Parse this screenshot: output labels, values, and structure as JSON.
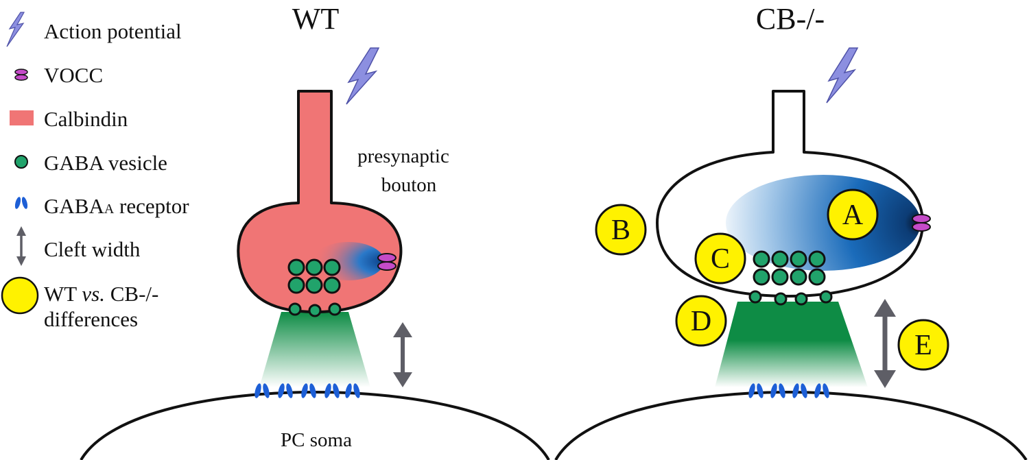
{
  "legend": {
    "items": [
      {
        "key": "action_potential",
        "text": "Action potential",
        "icon": "lightning-icon"
      },
      {
        "key": "vocc",
        "text": "VOCC",
        "icon": "channel-icon"
      },
      {
        "key": "calbindin",
        "text": "Calbindin",
        "icon": "calbindin-swatch-icon"
      },
      {
        "key": "gaba_vesicle",
        "text": "GABA vesicle",
        "icon": "vesicle-icon"
      },
      {
        "key": "gaba_receptor",
        "text": "GABA",
        "sub": "A",
        "after": " receptor",
        "icon": "receptor-icon"
      },
      {
        "key": "cleft_width",
        "text": "Cleft width",
        "icon": "double-arrow-icon"
      },
      {
        "key": "differences",
        "line1_a": "WT ",
        "line1_em": "vs.",
        "line1_b": " CB-/-",
        "line2": "differences",
        "icon": "yellow-circle-icon"
      }
    ]
  },
  "panels": {
    "wt": {
      "title": "WT",
      "bouton_label_1": "presynaptic",
      "bouton_label_2": "bouton",
      "soma_label": "PC soma"
    },
    "cb": {
      "title": "CB-/-"
    }
  },
  "differences": [
    "A",
    "B",
    "C",
    "D",
    "E"
  ],
  "colors": {
    "calbindin": "#F07575",
    "vesicle": "#21A36B",
    "cleft_green": "#0E8C45",
    "receptor": "#1D5FD6",
    "vocc": "#C44BC8",
    "lightning": "#8C8FE0",
    "arrow": "#5E5E66",
    "badge": "#FFF200",
    "calcium": "#1470C8"
  }
}
